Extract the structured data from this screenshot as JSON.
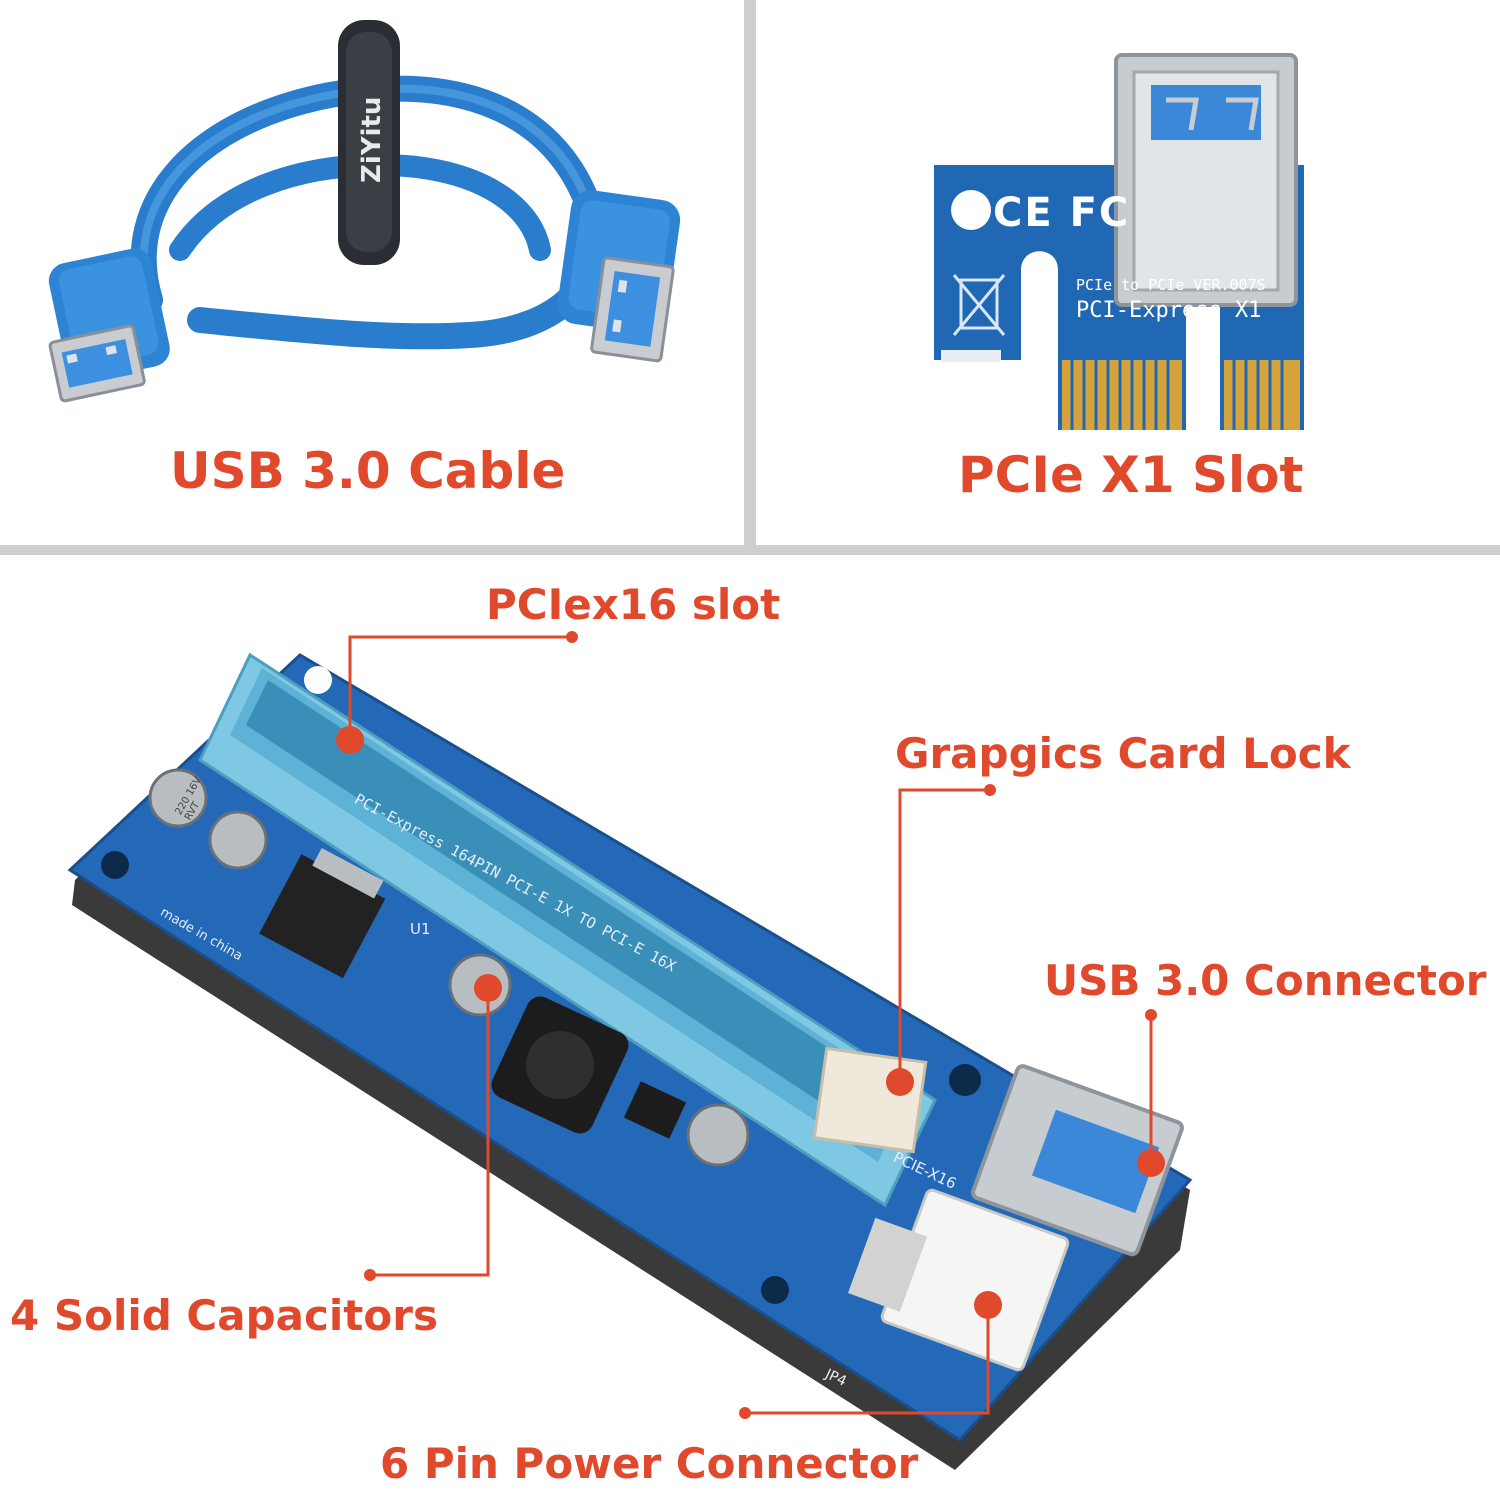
{
  "panels": {
    "cable": {
      "caption": "USB 3.0 Cable",
      "tie_text": "ZiYitu"
    },
    "slot": {
      "caption": "PCIe X1 Slot",
      "marks": "CE FC",
      "line1": "PCIe to PCIe VER.007S",
      "line2": "PCI-Express X1"
    },
    "riser": {
      "labels": {
        "pcie16": "PCIex16 slot",
        "lock": "Grapgics Card Lock",
        "usb_conn": "USB 3.0 Connector",
        "caps": "4  Solid Capacitors",
        "power": "6 Pin Power Connector"
      },
      "board_text": {
        "slot_print": "PCI-Express 164PIN  PCI-E 1X TO PCI-E 16X",
        "made": "made in china",
        "x16": "PCIE-X16",
        "cap": "220 16V RVT",
        "u1": "U1",
        "jp4": "JP4"
      }
    }
  },
  "colors": {
    "accent": "#e0492b",
    "board": "#1f5fa8",
    "slot": "#7ec8e3",
    "cable": "#2f86d6",
    "divider": "#cfcfcf"
  }
}
